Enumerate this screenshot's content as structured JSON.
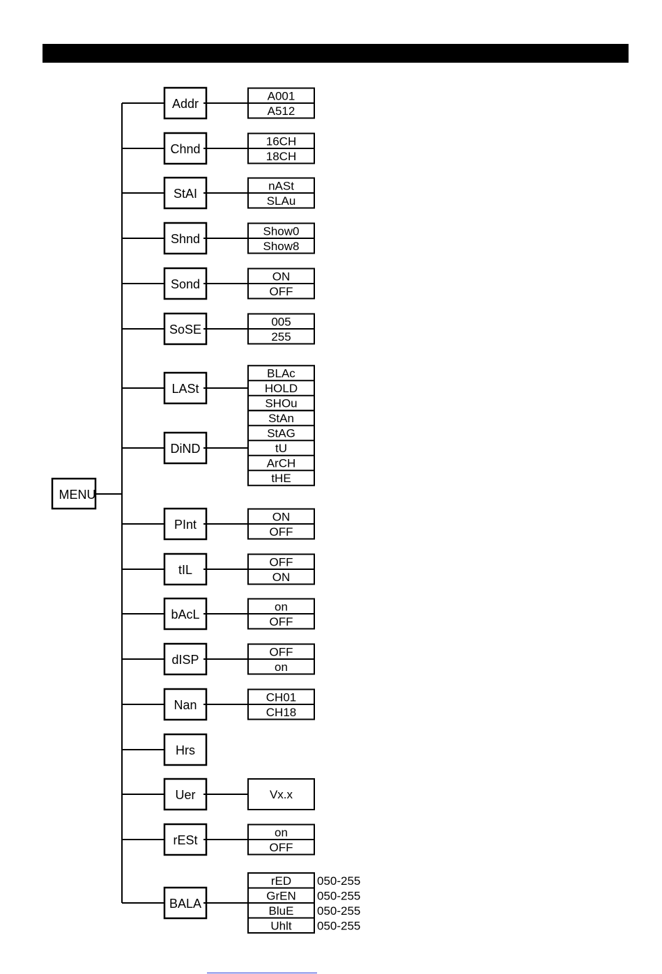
{
  "root_label": "MENU",
  "menu_items": [
    {
      "label": "Addr",
      "options": [
        "A001",
        "A512"
      ]
    },
    {
      "label": "Chnd",
      "options": [
        "16CH",
        "18CH"
      ]
    },
    {
      "label": "StAI",
      "options": [
        "nASt",
        "SLAu"
      ]
    },
    {
      "label": "Shnd",
      "options": [
        "Show0",
        "Show8"
      ]
    },
    {
      "label": "Sond",
      "options": [
        "ON",
        "OFF"
      ]
    },
    {
      "label": "SoSE",
      "options": [
        "005",
        "255"
      ]
    },
    {
      "label": "LASt",
      "options": [
        "BLAc",
        "HOLD",
        "SHOu"
      ]
    },
    {
      "label": "DiND",
      "options": [
        "StAn",
        "StAG",
        "tU",
        "ArCH",
        "tHE"
      ]
    },
    {
      "label": "PInt",
      "options": [
        "ON",
        "OFF"
      ]
    },
    {
      "label": "tIL",
      "options": [
        "OFF",
        "ON"
      ]
    },
    {
      "label": "bAcL",
      "options": [
        "on",
        "OFF"
      ]
    },
    {
      "label": "dISP",
      "options": [
        "OFF",
        "on"
      ]
    },
    {
      "label": "Nan",
      "options": [
        "CH01",
        "CH18"
      ]
    },
    {
      "label": "Hrs",
      "options": []
    },
    {
      "label": "Uer",
      "options": [
        "Vx.x"
      ]
    },
    {
      "label": "rESt",
      "options": [
        "on",
        "OFF"
      ]
    },
    {
      "label": "BALA",
      "options": [
        "rED",
        "GrEN",
        "BluE",
        "Uhlt"
      ],
      "ranges": [
        "050-255",
        "050-255",
        "050-255",
        "050-255"
      ]
    }
  ]
}
